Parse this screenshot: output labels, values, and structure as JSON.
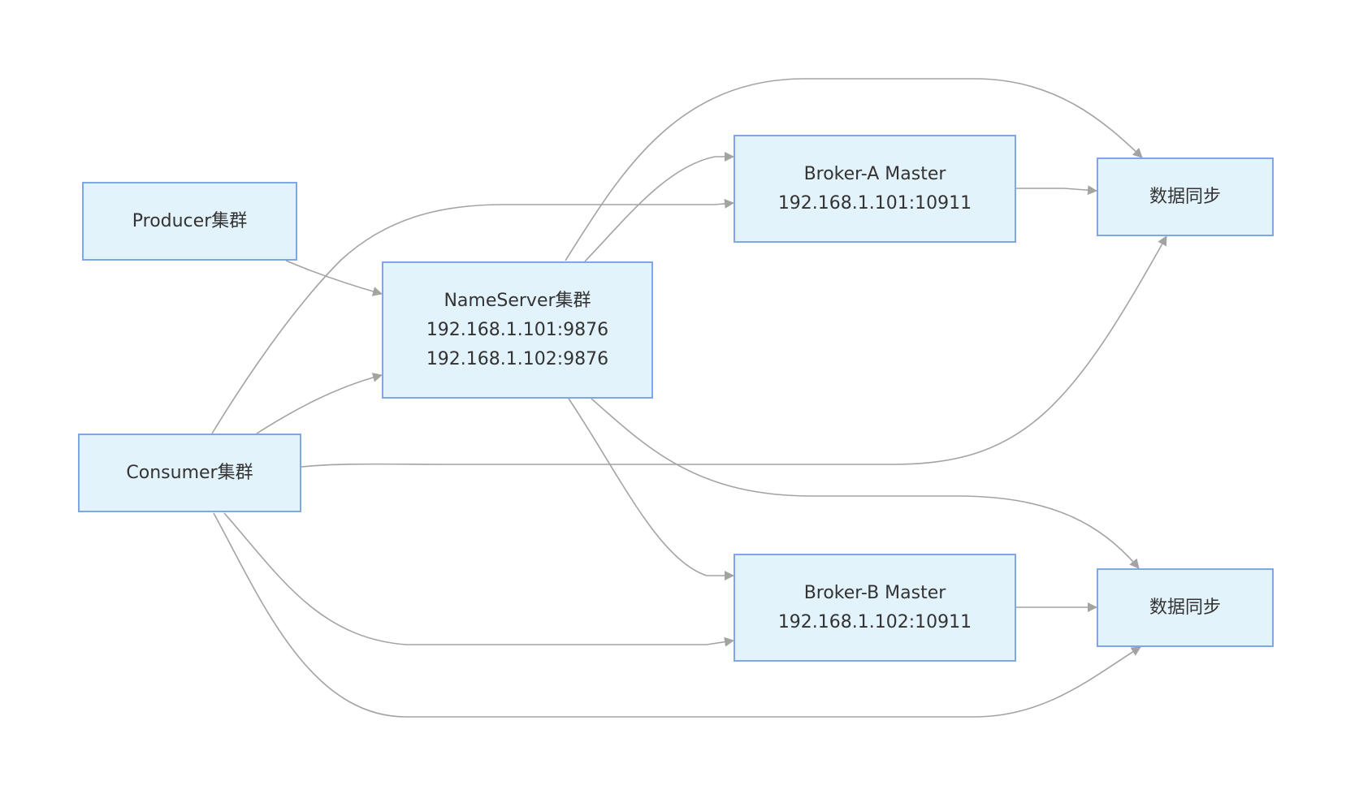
{
  "diagram": {
    "nodes": [
      {
        "id": "producer",
        "lines": [
          "Producer集群"
        ]
      },
      {
        "id": "nameserver",
        "lines": [
          "NameServer集群",
          "192.168.1.101:9876",
          "192.168.1.102:9876"
        ]
      },
      {
        "id": "consumer",
        "lines": [
          "Consumer集群"
        ]
      },
      {
        "id": "broker-a",
        "lines": [
          "Broker-A Master",
          "192.168.1.101:10911"
        ]
      },
      {
        "id": "broker-b",
        "lines": [
          "Broker-B Master",
          "192.168.1.102:10911"
        ]
      },
      {
        "id": "sync-a",
        "lines": [
          "数据同步"
        ]
      },
      {
        "id": "sync-b",
        "lines": [
          "数据同步"
        ]
      }
    ],
    "edges": [
      {
        "from": "producer",
        "to": "nameserver"
      },
      {
        "from": "producer",
        "to": "broker-a"
      },
      {
        "from": "producer",
        "to": "sync-a"
      },
      {
        "from": "consumer",
        "to": "nameserver"
      },
      {
        "from": "consumer",
        "to": "broker-b"
      },
      {
        "from": "consumer",
        "to": "sync-b"
      },
      {
        "from": "consumer",
        "to": "sync-a"
      },
      {
        "from": "nameserver",
        "to": "broker-a"
      },
      {
        "from": "nameserver",
        "to": "broker-b"
      },
      {
        "from": "nameserver",
        "to": "sync-b"
      },
      {
        "from": "broker-a",
        "to": "sync-a"
      },
      {
        "from": "broker-b",
        "to": "sync-b"
      }
    ]
  }
}
